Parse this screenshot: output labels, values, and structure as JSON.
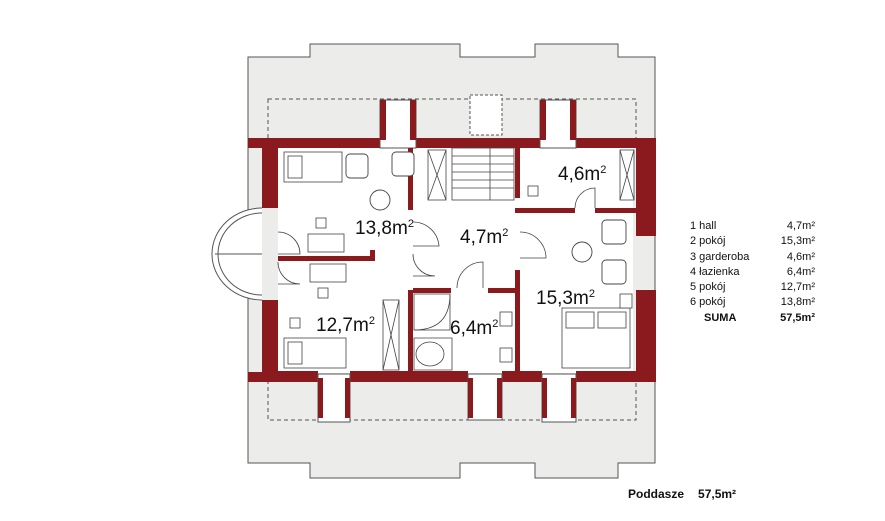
{
  "rooms": [
    {
      "id": "hall",
      "area": "4,7"
    },
    {
      "id": "garderoba",
      "area": "4,6"
    },
    {
      "id": "pokoj-6",
      "area": "13,8"
    },
    {
      "id": "pokoj-5",
      "area": "12,7"
    },
    {
      "id": "lazienka",
      "area": "6,4"
    },
    {
      "id": "pokoj-2",
      "area": "15,3"
    }
  ],
  "unit": "m",
  "unit_sup": "2",
  "legend": {
    "items": [
      {
        "name": "1 hall",
        "area": "4,7m²"
      },
      {
        "name": "2 pokój",
        "area": "15,3m²"
      },
      {
        "name": "3 garderoba",
        "area": "4,6m²"
      },
      {
        "name": "4 łazienka",
        "area": "6,4m²"
      },
      {
        "name": "5 pokój",
        "area": "12,7m²"
      },
      {
        "name": "6 pokój",
        "area": "13,8m²"
      }
    ],
    "total": {
      "name": "SUMA",
      "area": "57,5m²"
    }
  },
  "footer": {
    "label": "Poddasze",
    "value": "57,5m²"
  },
  "colors": {
    "wall": "#8b1a1f",
    "roof": "#ececea",
    "floor": "#ffffff",
    "line": "#333333"
  }
}
